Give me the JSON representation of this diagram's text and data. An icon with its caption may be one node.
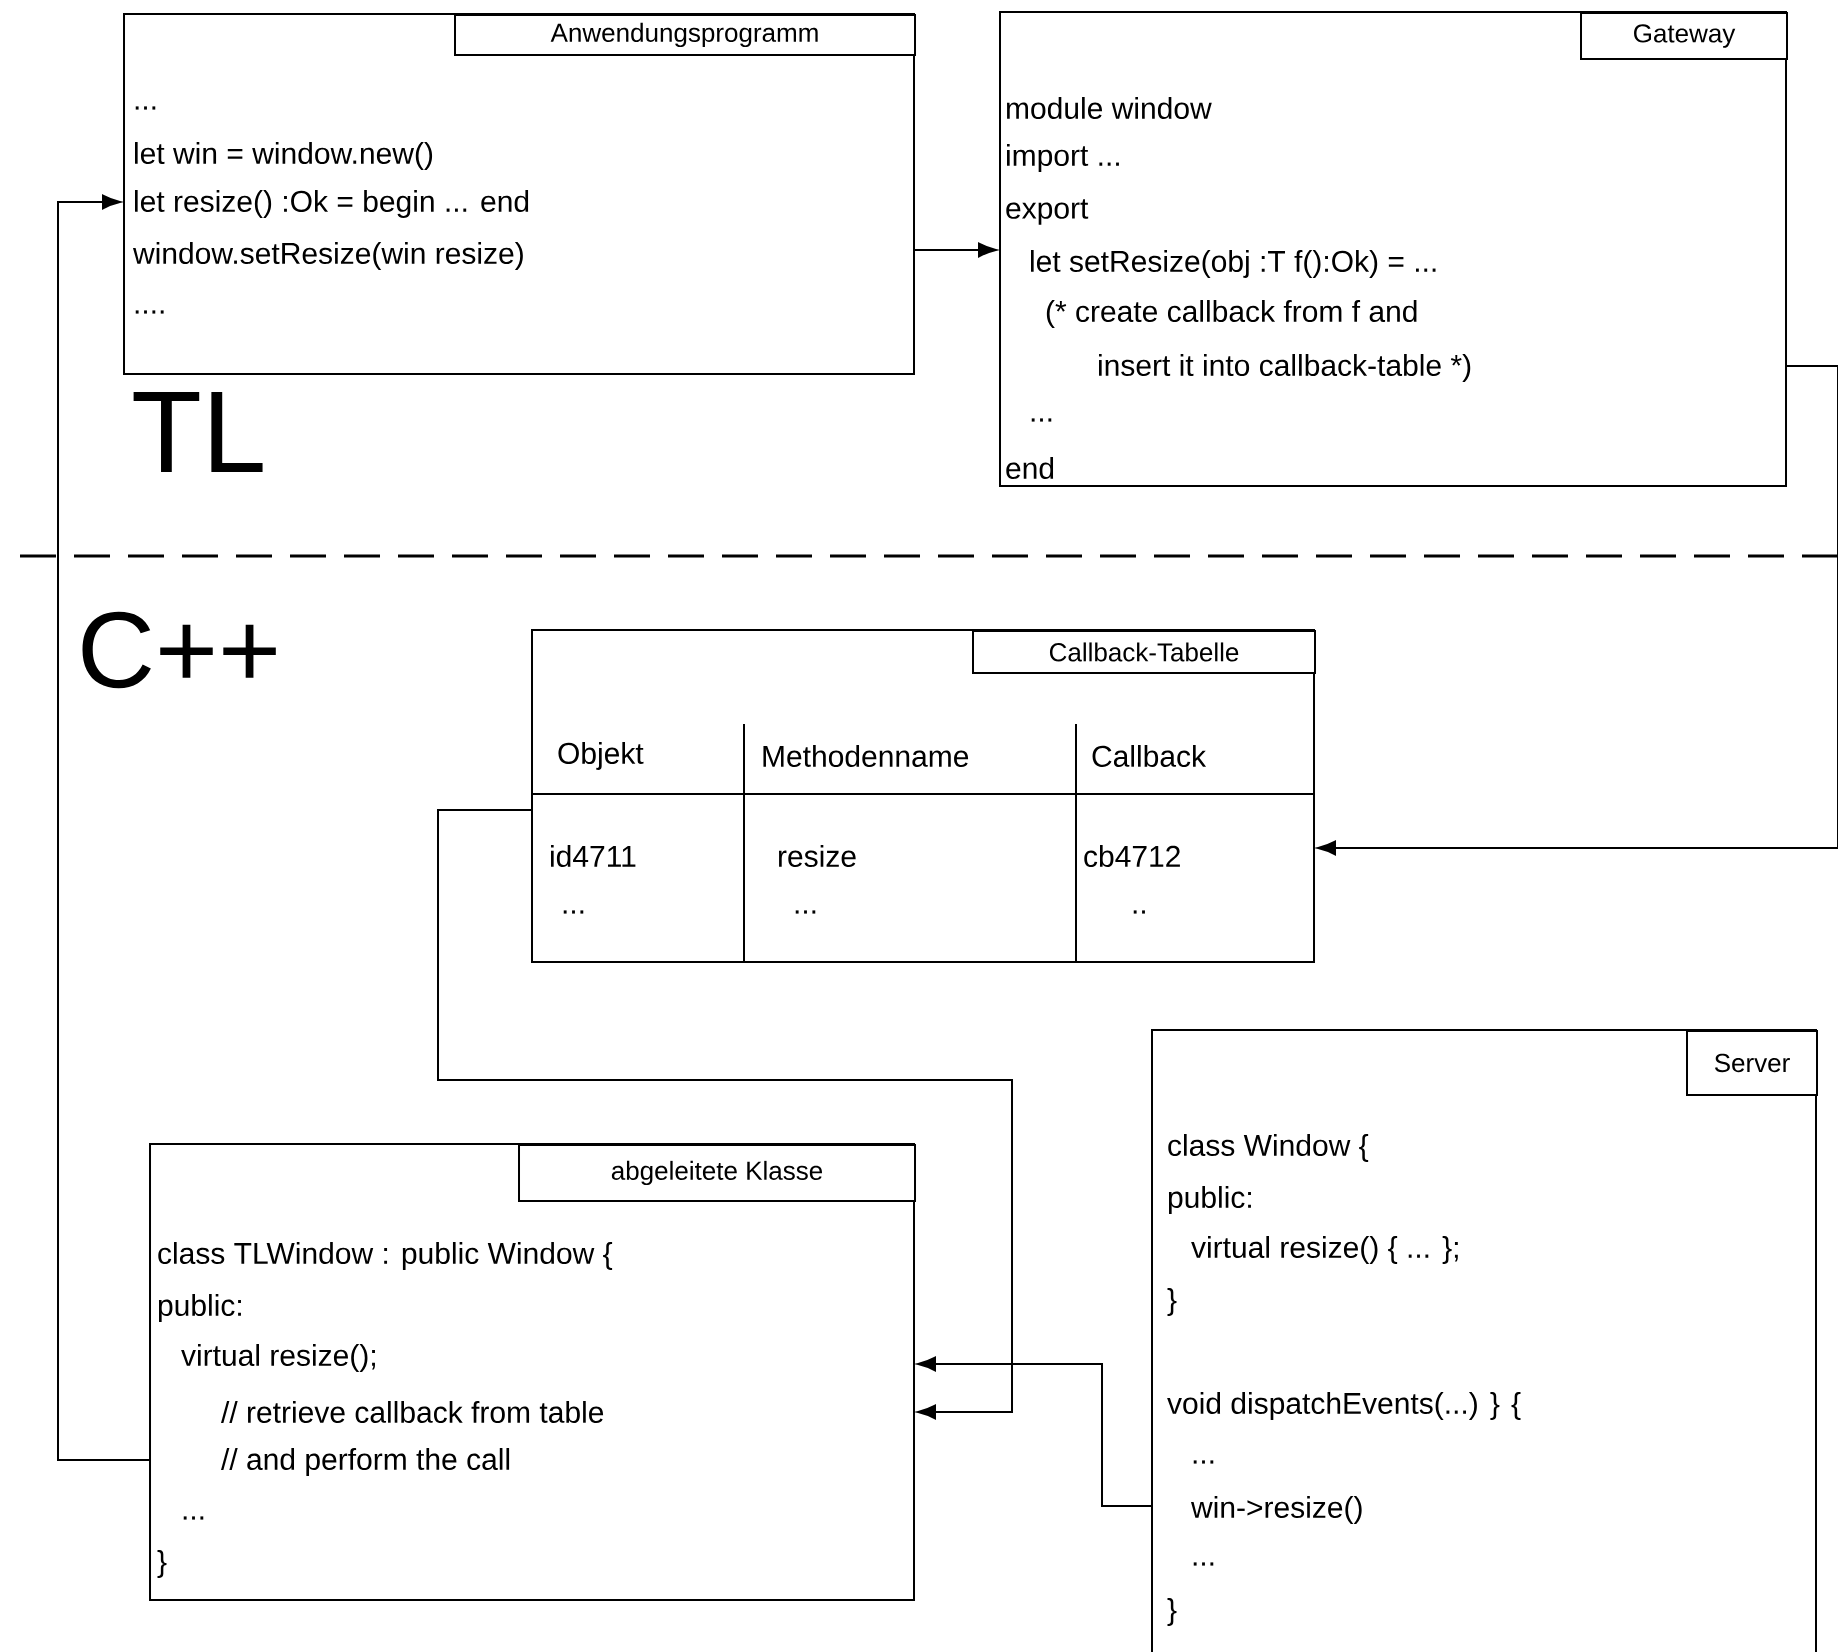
{
  "diagram": {
    "nodes": [
      {
        "text": [
          "Anwendungsprogramm",
          "...",
          "let win = window.new()",
          "let resize() :Ok = begin ... end",
          "window.setResize(win  resize)",
          "...."
        ]
      },
      {
        "text": [
          "Gateway",
          "module window",
          "import ...",
          "export",
          "let setResize(obj :T  f():Ok)  = ...",
          "(* create callback from f and",
          "insert it into callback-table *)",
          "...",
          "end"
        ]
      },
      {
        "text": [
          "Callback-Tabelle",
          "Objekt",
          "Methodenname",
          "Callback",
          "id4711",
          "resize",
          "cb4712",
          "...",
          "...",
          ".."
        ]
      },
      {
        "text": [
          "abgeleitete Klasse",
          "class TLWindow : public Window {",
          "public:",
          "virtual resize();",
          "// retrieve callback from table",
          "// and perform the call",
          "...",
          "}"
        ]
      },
      {
        "text": [
          "Server",
          "class Window {",
          "public:",
          "virtual resize()    { ... };",
          "}",
          "void dispatchEvents(...) } {",
          "...",
          "win->resize()",
          "...",
          "}"
        ]
      }
    ],
    "edges": [
      {
        "from": 3,
        "to": 0,
        "arrow": "to"
      },
      {
        "from": 0,
        "to": 1,
        "arrow": "to"
      },
      {
        "from": 1,
        "to": 2,
        "arrow": "to"
      },
      {
        "from": 2,
        "to": 3,
        "arrow": "to"
      },
      {
        "from": 4,
        "to": 3,
        "arrow": "to"
      }
    ],
    "labels": [
      "TL",
      "C++"
    ]
  }
}
